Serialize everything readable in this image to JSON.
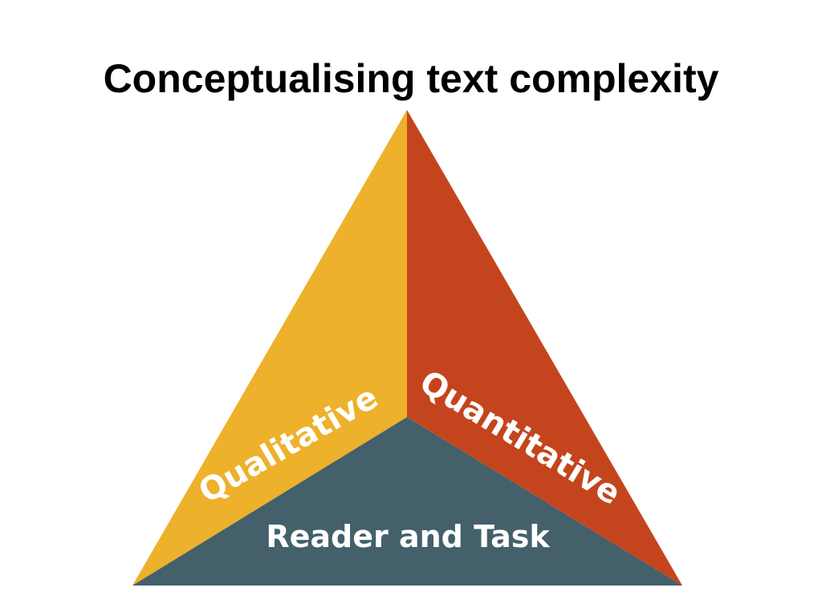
{
  "slide": {
    "title": "Conceptualising text complexity"
  },
  "diagram": {
    "segments": [
      {
        "id": "qualitative",
        "label": "Qualitative",
        "color": "#EDB12B"
      },
      {
        "id": "quantitative",
        "label": "Quantitative",
        "color": "#C4451D"
      },
      {
        "id": "reader-and-task",
        "label": "Reader and Task",
        "color": "#43606B"
      }
    ]
  }
}
